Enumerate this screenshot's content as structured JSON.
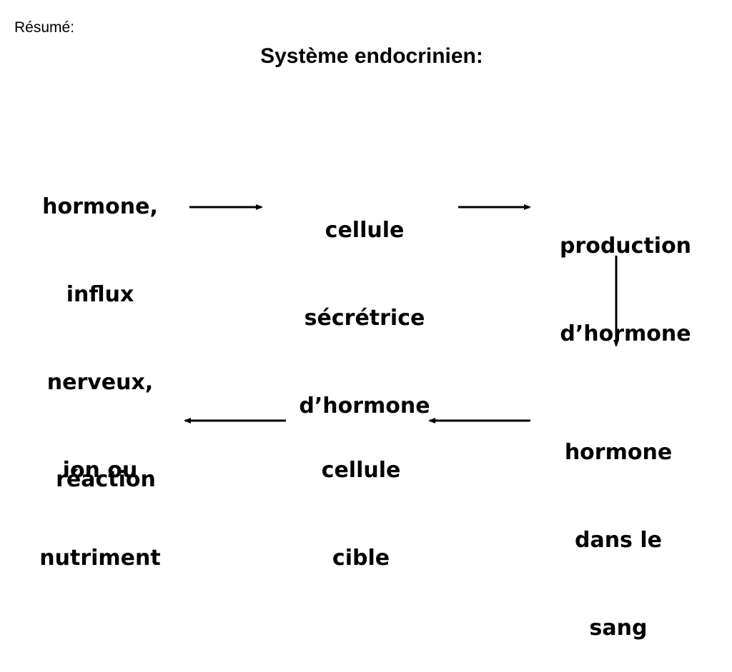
{
  "header": {
    "summary_label": "Résumé:",
    "title": "Système endocrinien:"
  },
  "nodes": {
    "stimulus": [
      "hormone,",
      "influx",
      "nerveux,",
      "ion ou",
      "nutriment"
    ],
    "secretory_cell": [
      "cellule",
      "sécrétrice",
      "d’hormone"
    ],
    "production": [
      "production",
      "d’hormone"
    ],
    "blood": [
      "hormone",
      "dans le",
      "sang"
    ],
    "target_cell": [
      "cellule",
      "cible"
    ],
    "reaction": [
      "réaction"
    ]
  },
  "colors": {
    "text": "#000000",
    "arrow": "#000000",
    "background": "#ffffff"
  }
}
